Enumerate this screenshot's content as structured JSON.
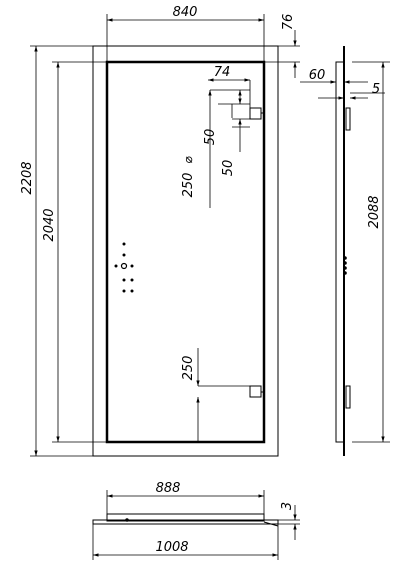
{
  "drawing": {
    "front_view": {
      "dim_top_width": "840",
      "dim_top_offset": "76",
      "dim_outer_height": "2208",
      "dim_inner_height": "2040",
      "dim_hinge_offset": "74",
      "dim_hinge_size_a": "50",
      "dim_hinge_size_b": "50",
      "dim_top_hinge_pos": "250",
      "dim_bottom_hinge_pos": "250",
      "diameter_symbol": "⌀"
    },
    "side_view": {
      "dim_depth": "60",
      "dim_lip": "5",
      "dim_height": "2088"
    },
    "bottom_view": {
      "dim_inner_width": "888",
      "dim_outer_width": "1008",
      "dim_thickness": "3"
    }
  }
}
